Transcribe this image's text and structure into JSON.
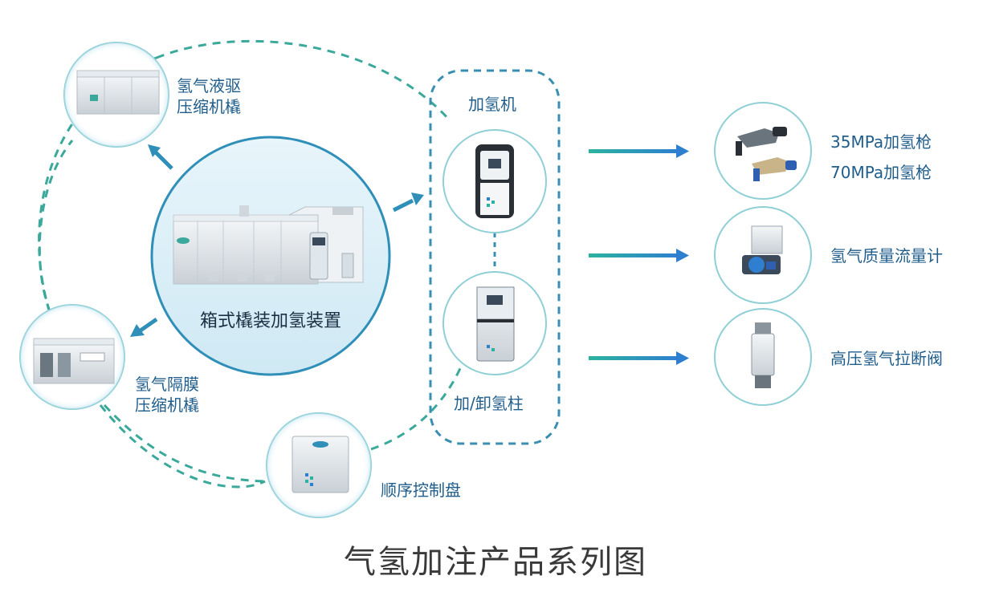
{
  "center": {
    "label": "箱式橇装加氢装置"
  },
  "nodes": {
    "liquid_compressor": {
      "line1": "氢气液驱",
      "line2": "压缩机橇"
    },
    "diaphragm_compressor": {
      "line1": "氢气隔膜",
      "line2": "压缩机橇"
    },
    "control_panel": {
      "label": "顺序控制盘"
    }
  },
  "dispenser_group": {
    "dispenser": {
      "label": "加氢机"
    },
    "loading_post": {
      "label": "加/卸氢柱"
    }
  },
  "components": {
    "nozzle": {
      "line1": "35MPa加氢枪",
      "line2": "70MPa加氢枪"
    },
    "flowmeter": {
      "label": "氢气质量流量计"
    },
    "breakaway": {
      "label": "高压氢气拉断阀"
    }
  },
  "title": "气氢加注产品系列图",
  "colors": {
    "teal": "#2bb3a0",
    "blue": "#2f7fd0",
    "dash": "#3aa89a",
    "text": "#1f5d8c"
  }
}
